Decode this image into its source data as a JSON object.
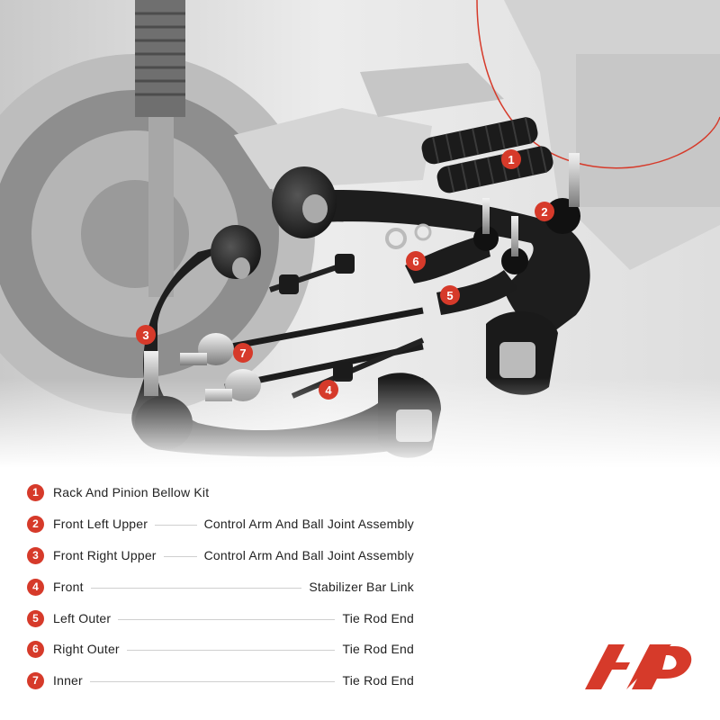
{
  "colors": {
    "accent": "#d63a2a",
    "text": "#222222",
    "line": "#cfcfcf"
  },
  "legend": {
    "items": [
      {
        "number": "1",
        "left": "Rack And Pinion Bellow Kit",
        "right": ""
      },
      {
        "number": "2",
        "left": "Front Left Upper",
        "right": "Control Arm And Ball Joint Assembly"
      },
      {
        "number": "3",
        "left": "Front Right Upper",
        "right": "Control Arm And Ball Joint Assembly"
      },
      {
        "number": "4",
        "left": "Front",
        "right": "Stabilizer Bar Link"
      },
      {
        "number": "5",
        "left": "Left Outer",
        "right": "Tie Rod End"
      },
      {
        "number": "6",
        "left": "Right Outer",
        "right": "Tie Rod End"
      },
      {
        "number": "7",
        "left": "Inner",
        "right": "Tie Rod End"
      }
    ]
  },
  "callouts": [
    "1",
    "2",
    "3",
    "4",
    "5",
    "6",
    "7"
  ],
  "logo": {
    "name": "a-premium-logo-icon"
  }
}
